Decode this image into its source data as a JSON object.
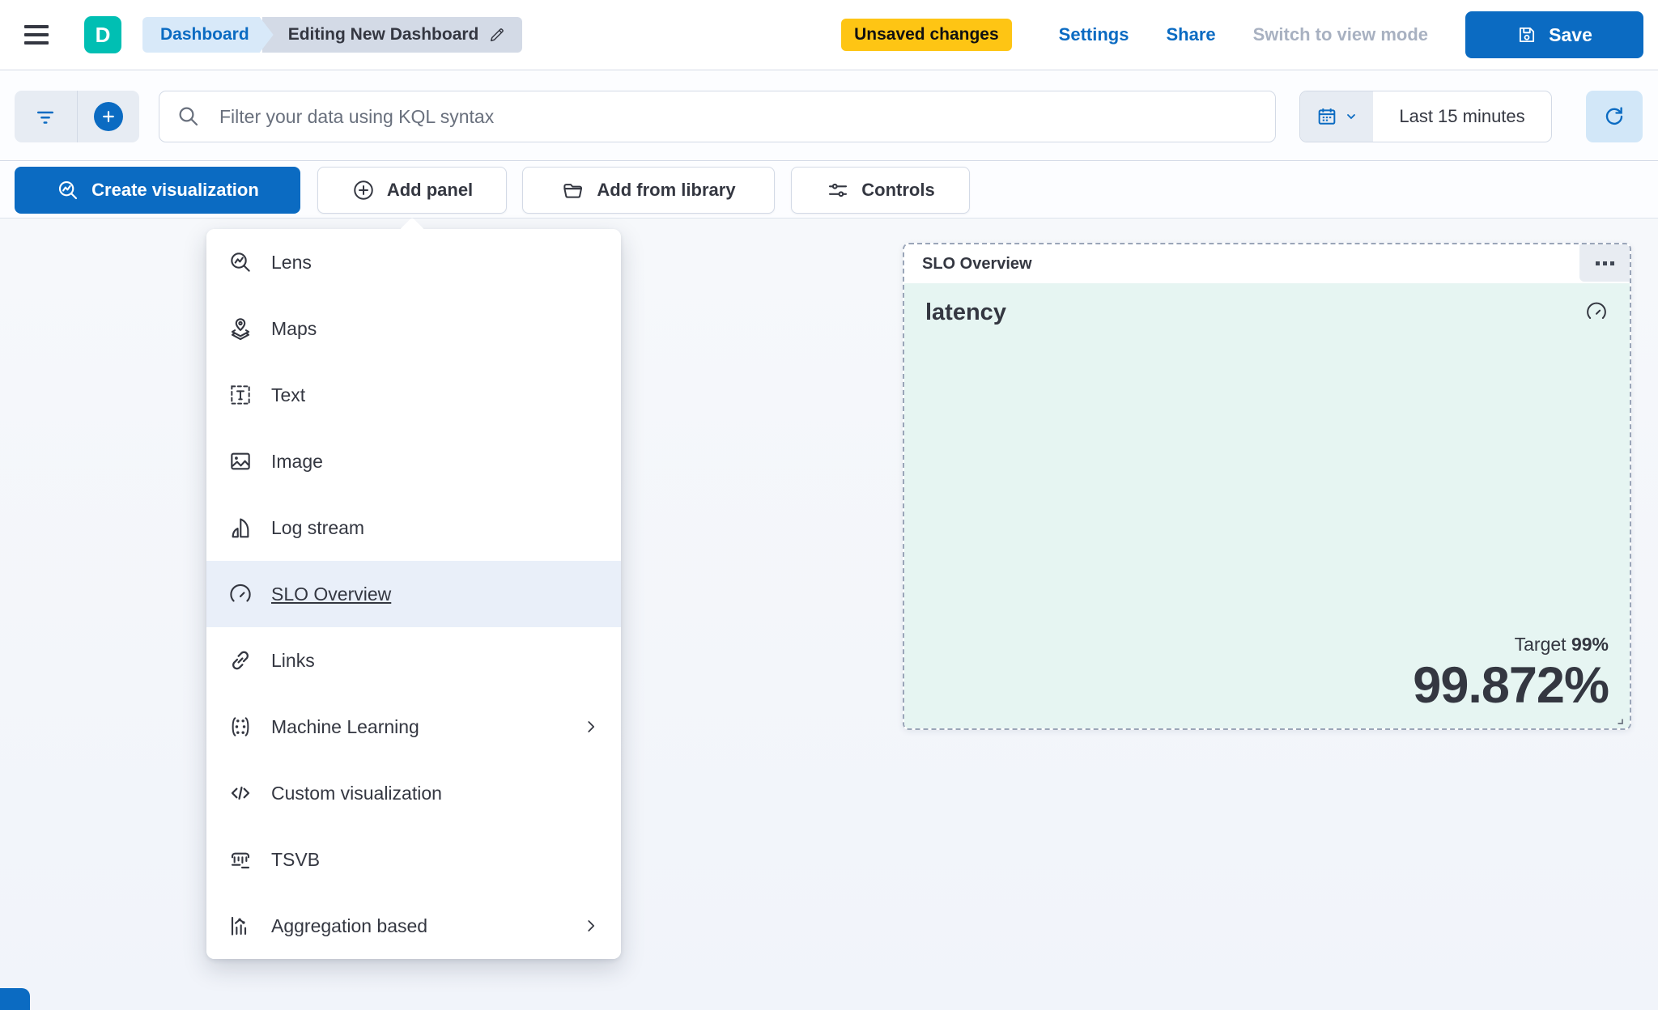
{
  "topbar": {
    "logo_letter": "D",
    "breadcrumbs": [
      {
        "label": "Dashboard"
      },
      {
        "label": "Editing New Dashboard"
      }
    ],
    "unsaved_badge": "Unsaved changes",
    "settings_label": "Settings",
    "share_label": "Share",
    "switch_view_label": "Switch to view mode",
    "save_label": "Save"
  },
  "filter_bar": {
    "search_placeholder": "Filter your data using KQL syntax",
    "time_range": "Last 15 minutes"
  },
  "toolbar": {
    "create_visualization": "Create visualization",
    "add_panel": "Add panel",
    "add_from_library": "Add from library",
    "controls": "Controls"
  },
  "add_panel_menu": {
    "items": [
      {
        "label": "Lens",
        "icon": "lens-icon",
        "selected": false,
        "has_submenu": false
      },
      {
        "label": "Maps",
        "icon": "maps-icon",
        "selected": false,
        "has_submenu": false
      },
      {
        "label": "Text",
        "icon": "text-icon",
        "selected": false,
        "has_submenu": false
      },
      {
        "label": "Image",
        "icon": "image-icon",
        "selected": false,
        "has_submenu": false
      },
      {
        "label": "Log stream",
        "icon": "log-stream-icon",
        "selected": false,
        "has_submenu": false
      },
      {
        "label": "SLO Overview",
        "icon": "gauge-icon",
        "selected": true,
        "has_submenu": false
      },
      {
        "label": "Links",
        "icon": "link-icon",
        "selected": false,
        "has_submenu": false
      },
      {
        "label": "Machine Learning",
        "icon": "machine-learning-icon",
        "selected": false,
        "has_submenu": true
      },
      {
        "label": "Custom visualization",
        "icon": "code-icon",
        "selected": false,
        "has_submenu": false
      },
      {
        "label": "TSVB",
        "icon": "tsvb-icon",
        "selected": false,
        "has_submenu": false
      },
      {
        "label": "Aggregation based",
        "icon": "aggregation-icon",
        "selected": false,
        "has_submenu": true
      }
    ]
  },
  "panel": {
    "title": "SLO Overview",
    "slo_name": "latency",
    "target_label": "Target",
    "target_value": "99%",
    "value": "99.872%"
  },
  "colors": {
    "primary": "#0b6bc2",
    "logo_teal": "#00bfb3",
    "warning_badge": "#fec514",
    "panel_teal_bg": "#e6f5f2",
    "selected_row_bg": "#e9eff9",
    "border": "#d3dae6"
  },
  "icons": {
    "menu": "hamburger-icon",
    "edit": "pencil-icon",
    "save": "floppy-disk-icon",
    "filter": "funnel-icon",
    "add_filter": "plus-circle-icon",
    "search": "magnifier-icon",
    "date": "calendar-icon",
    "refresh": "refresh-icon",
    "panel_options": "boxes-horizontal-icon",
    "slo": "gauge-icon"
  }
}
